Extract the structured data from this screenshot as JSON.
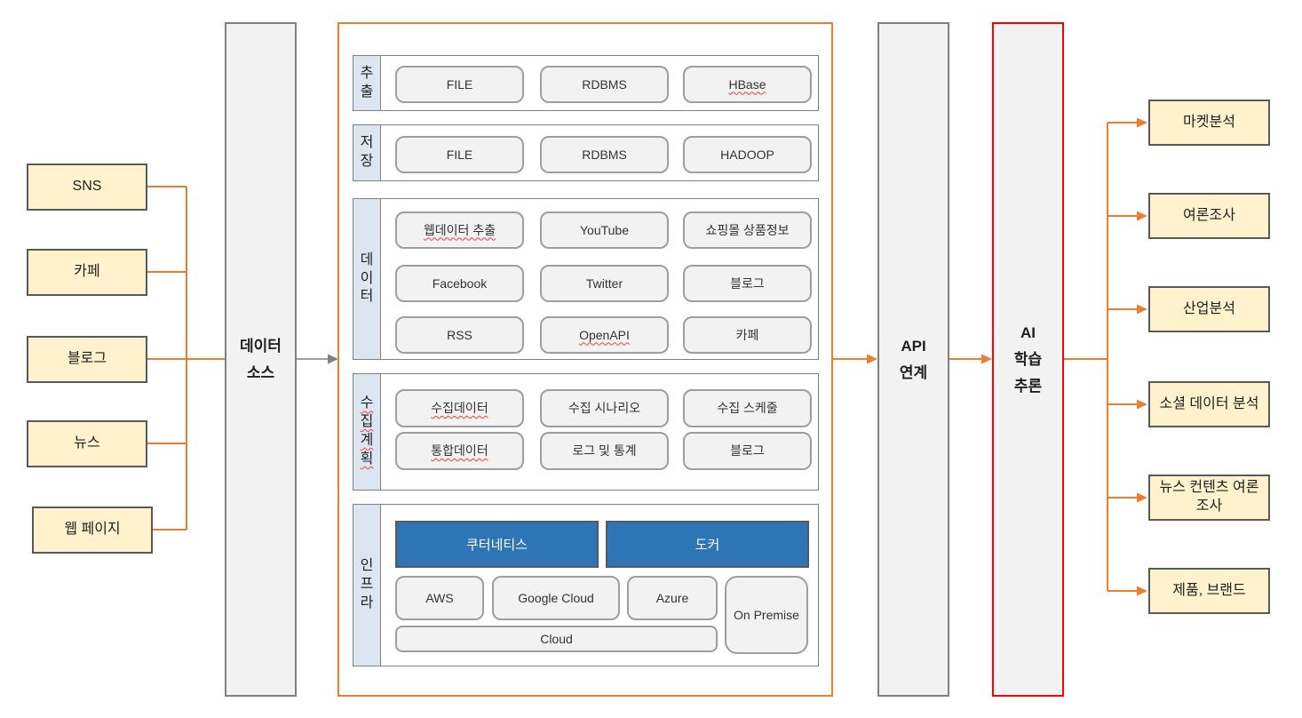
{
  "colors": {
    "accent_orange": "#ED7D31",
    "highlight_red": "#FF0000",
    "platform_blue": "#2E75B6",
    "source_yellow": "#FFF2CC",
    "label_blue": "#DCE6F1",
    "box_gray": "#F2F2F2"
  },
  "left_sources": {
    "items": [
      "SNS",
      "카페",
      "블로그",
      "뉴스",
      "웹 페이지"
    ]
  },
  "data_source": {
    "lines": [
      "데이터",
      "소스"
    ]
  },
  "pipeline": {
    "sections": [
      {
        "label": "추출",
        "items": [
          "FILE",
          "RDBMS",
          "HBase"
        ]
      },
      {
        "label": "저장",
        "items": [
          "FILE",
          "RDBMS",
          "HADOOP"
        ]
      },
      {
        "label": "데이터",
        "items": [
          "웹데이터 추출",
          "YouTube",
          "쇼핑몰 상품정보",
          "Facebook",
          "Twitter",
          "블로그",
          "RSS",
          "OpenAPI",
          "카페"
        ]
      },
      {
        "label": "수집계획",
        "items": [
          "수집데이터",
          "수집 시나리오",
          "수집 스케줄",
          "통합데이터",
          "로그 및 통계",
          "블로그"
        ]
      },
      {
        "label": "인프라",
        "platforms": [
          "쿠터네티스",
          "도커"
        ],
        "clouds": [
          "AWS",
          "Google Cloud",
          "Azure"
        ],
        "on_premise": "On Premise",
        "cloud_bar": "Cloud"
      }
    ]
  },
  "api_link": {
    "lines": [
      "API",
      "연계"
    ]
  },
  "ai_inference": {
    "lines": [
      "AI",
      "학습",
      "추론"
    ]
  },
  "outputs": {
    "items": [
      "마켓분석",
      "여론조사",
      "산업분석",
      "소셜 데이터 분석",
      "뉴스 컨텐츠 여론조사",
      "제품, 브랜드"
    ]
  }
}
